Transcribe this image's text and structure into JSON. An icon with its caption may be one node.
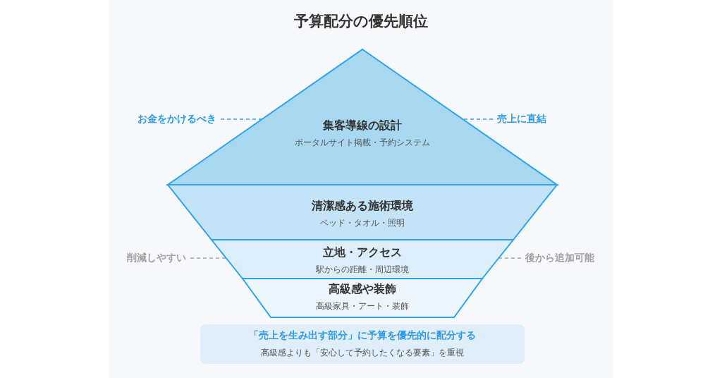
{
  "diagram": {
    "title": "予算配分の優先順位",
    "nodes": [
      {
        "text": [
          "集客導線の設計",
          "ポータルサイト掲載・予約システム"
        ]
      },
      {
        "text": [
          "清潔感ある施術環境",
          "ベッド・タオル・照明"
        ]
      },
      {
        "text": [
          "立地・アクセス",
          "駅からの距離・周辺環境"
        ]
      },
      {
        "text": [
          "高級感や装飾",
          "高級家具・アート・装飾"
        ]
      },
      {
        "text": [
          "「売上を生み出す部分」に予算を優先的に配分する",
          "高級感よりも「安心して予約したくなる要素」を重視"
        ]
      },
      {
        "text": [
          "お金をかけるべき"
        ]
      },
      {
        "text": [
          "売上に直結"
        ]
      },
      {
        "text": [
          "削減しやすい"
        ]
      },
      {
        "text": [
          "後から追加可能"
        ]
      }
    ],
    "edges": [
      {
        "from": 5,
        "to": 0,
        "arrow": "none",
        "style": "dashed"
      },
      {
        "from": 6,
        "to": 0,
        "arrow": "none",
        "style": "dashed"
      },
      {
        "from": 7,
        "to": 2,
        "arrow": "none",
        "style": "dashed",
        "color": "#a8a8a8"
      },
      {
        "from": 8,
        "to": 2,
        "arrow": "none",
        "style": "dashed",
        "color": "#a8a8a8"
      }
    ]
  }
}
